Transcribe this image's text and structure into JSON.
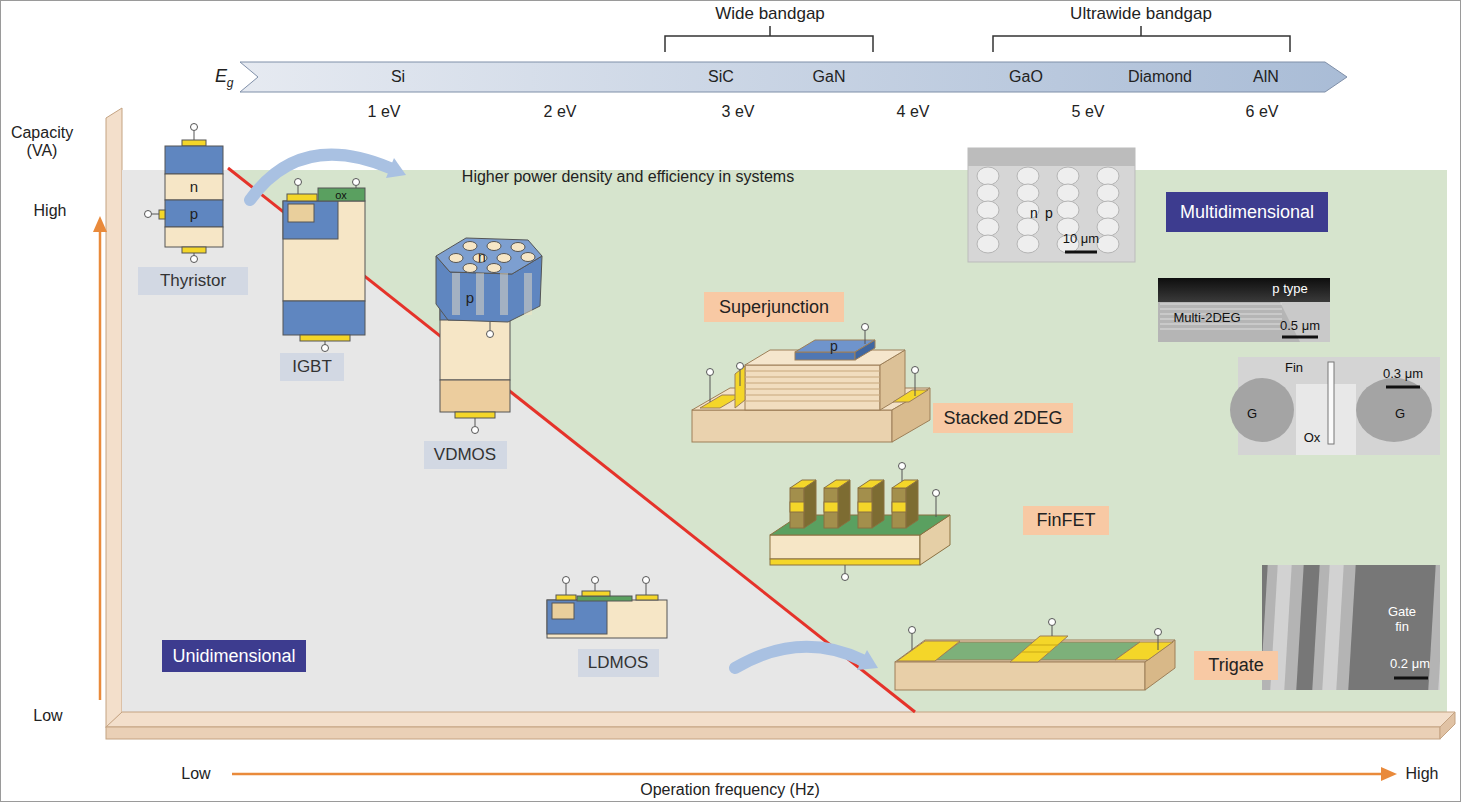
{
  "diagram": {
    "nodes": [
      {
        "text": [
          "Thyristor"
        ]
      },
      {
        "text": [
          "IGBT"
        ]
      },
      {
        "text": [
          "VDMOS"
        ]
      },
      {
        "text": [
          "LDMOS"
        ]
      },
      {
        "text": [
          "Unidimensional"
        ]
      },
      {
        "text": [
          "Superjunction"
        ]
      },
      {
        "text": [
          "Stacked 2DEG"
        ]
      },
      {
        "text": [
          "FinFET"
        ]
      },
      {
        "text": [
          "Trigate"
        ]
      },
      {
        "text": [
          "Multidimensional"
        ]
      }
    ],
    "labels": [
      "Wide bandgap",
      "Ultrawide bandgap",
      "E",
      "g",
      "Si",
      "SiC",
      "GaN",
      "GaO",
      "Diamond",
      "AlN",
      "1 eV",
      "2 eV",
      "3 eV",
      "4 eV",
      "5 eV",
      "6 eV",
      "Capacity (VA)",
      "High",
      "Low",
      "Low",
      "High",
      "Operation frequency (Hz)",
      "Higher power density and efficiency in systems",
      "n",
      "p",
      "ox",
      "n",
      "p",
      "p",
      "n",
      "p",
      "10 μm",
      "p type",
      "Multi-2DEG",
      "0.5 μm",
      "Fin",
      "0.3 μm",
      "G",
      "Ox",
      "G",
      "Gate fin",
      "0.2 μm"
    ]
  }
}
